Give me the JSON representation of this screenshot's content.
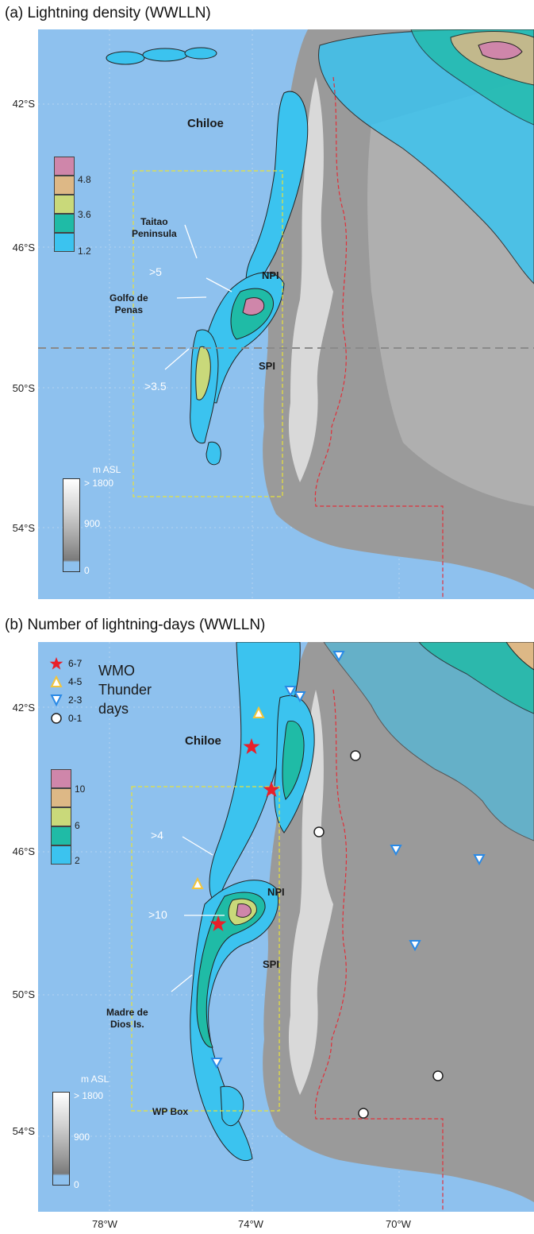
{
  "panel_a": {
    "title": "(a)  Lightning density (WWLLN)",
    "color_ticks": [
      "4.8",
      "3.6",
      "1.2"
    ],
    "elevation_bar": {
      "label": "m ASL",
      "ticks": [
        "> 1800",
        "900",
        "0"
      ]
    },
    "place_labels": {
      "chiloe": "Chiloe",
      "taitao": "Taitao\nPeninsula",
      "npi": "NPI",
      "golfo": "Golfo de\nPenas",
      "spi": "SPI"
    },
    "annotations": {
      "gt5": ">5",
      "gt35": ">3.5"
    },
    "lat_labels": [
      "42°S",
      "46°S",
      "50°S",
      "54°S"
    ]
  },
  "panel_b": {
    "title": "(b) Number of lightning-days (WWLLN)",
    "color_ticks": [
      "10",
      "6",
      "2"
    ],
    "elevation_bar": {
      "label": "m ASL",
      "ticks": [
        "> 1800",
        "900",
        "0"
      ]
    },
    "wmo_legend": {
      "title": [
        "WMO",
        "Thunder",
        "days"
      ],
      "entries": [
        {
          "symbol": "red-star",
          "label": "6-7",
          "color": "#e8202a"
        },
        {
          "symbol": "yellow-triangle-up",
          "label": "4-5",
          "color": "#f2c53d"
        },
        {
          "symbol": "blue-triangle-down",
          "label": "2-3",
          "color": "#2a8ae6"
        },
        {
          "symbol": "white-circle",
          "label": "0-1",
          "color": "#ffffff"
        }
      ]
    },
    "place_labels": {
      "chiloe": "Chiloe",
      "npi": "NPI",
      "spi": "SPI",
      "madre": "Madre de\nDios Is.",
      "wpbox": "WP Box"
    },
    "annotations": {
      "gt4": ">4",
      "gt10": ">10"
    },
    "lat_labels": [
      "42°S",
      "46°S",
      "50°S",
      "54°S"
    ],
    "lon_labels": [
      "78°W",
      "74°W",
      "70°W"
    ]
  },
  "colors": {
    "ocean": "#8ec1ee",
    "lightning_levels": [
      "#3bc3ef",
      "#1fbba6",
      "#c9d97a",
      "#ddb886",
      "#cf86aa"
    ],
    "box_outline": "#e8e23a",
    "border_line": "#e0303a"
  }
}
